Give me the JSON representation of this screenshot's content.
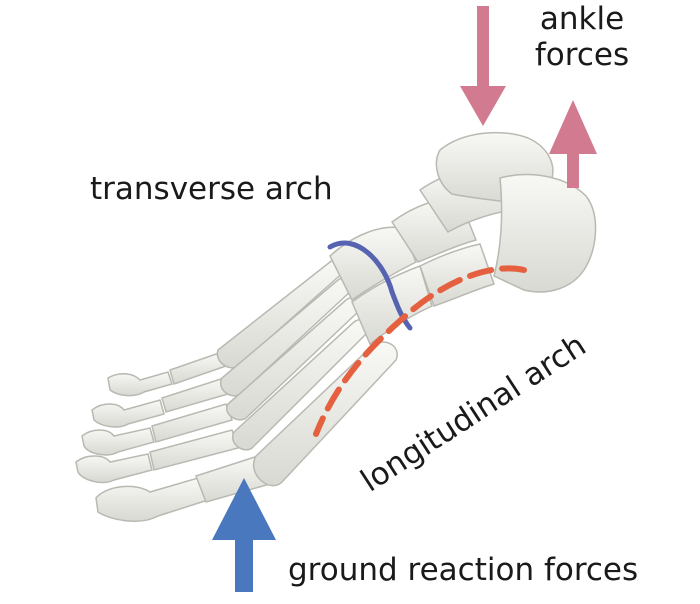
{
  "labels": {
    "ankle_line1": "ankle",
    "ankle_line2": "forces",
    "transverse": "transverse arch",
    "longitudinal": "longitudinal arch",
    "ground": "ground reaction forces"
  },
  "colors": {
    "bone": "#efefeb",
    "bone_shadow": "#bdbdb6",
    "ankle_arrows": "#d27a90",
    "ground_arrow": "#4a78bf",
    "transverse_arch": "#5563b0",
    "longitudinal_arch": "#e4603f",
    "text": "#1a1a1a"
  },
  "icons": {
    "ankle_down": "arrow-down-icon",
    "ankle_up": "arrow-up-icon",
    "ground_up": "arrow-up-icon"
  }
}
